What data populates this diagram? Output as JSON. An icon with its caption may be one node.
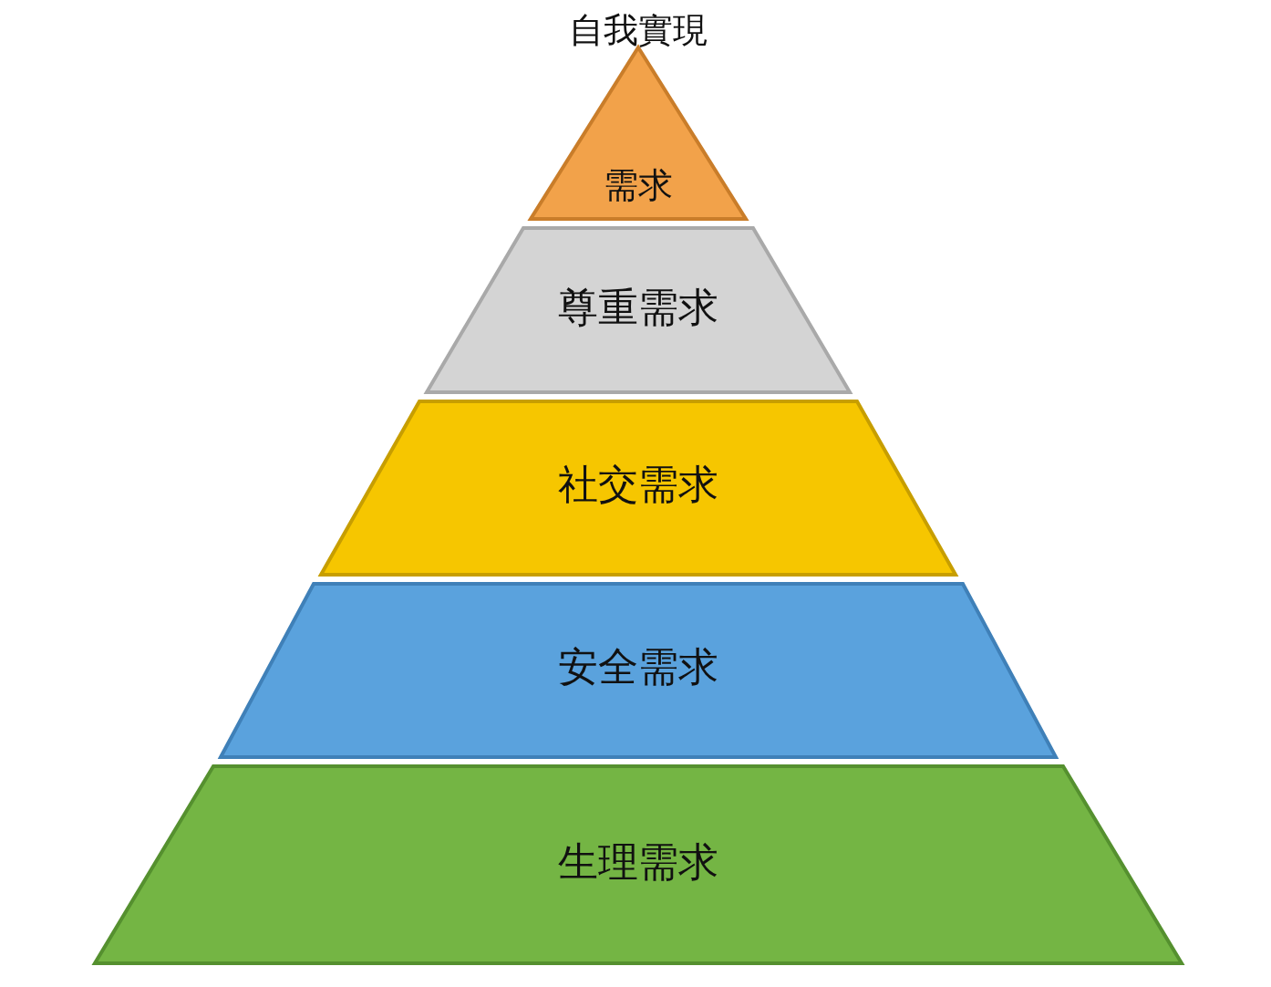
{
  "diagram": {
    "nodes": [
      {
        "text": [
          "自我實現",
          "需求"
        ]
      },
      {
        "text": [
          "尊重需求"
        ]
      },
      {
        "text": [
          "社交需求"
        ]
      },
      {
        "text": [
          "安全需求"
        ]
      },
      {
        "text": [
          "生理需求"
        ]
      }
    ]
  }
}
